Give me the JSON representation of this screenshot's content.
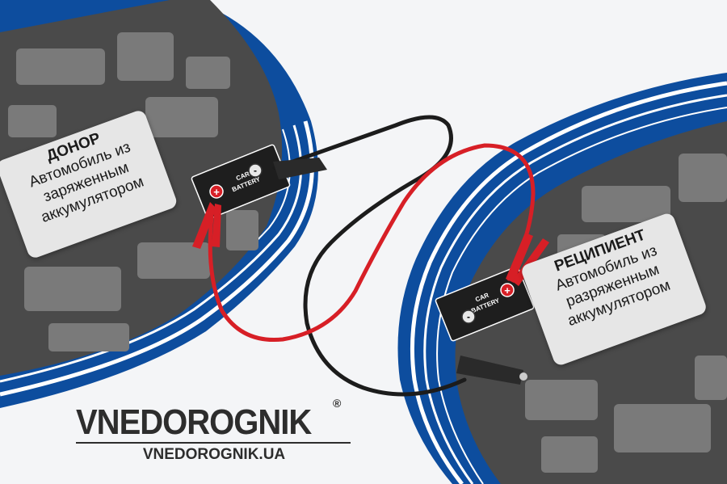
{
  "donor": {
    "title": "ДОНОР",
    "lines": [
      "Автомобиль из",
      "заряженным",
      "аккумулятором"
    ]
  },
  "recipient": {
    "title": "РЕЦИПИЕНТ",
    "lines": [
      "Автомобиль из",
      "разряженным",
      "аккумулятором"
    ]
  },
  "battery_label": [
    "CAR",
    "BATTERY"
  ],
  "terminals": {
    "positive": "+",
    "negative": "-"
  },
  "brand": {
    "logo": "VNEDOROGNIK",
    "registered": "®",
    "url": "VNEDOROGNIK.UA"
  },
  "colors": {
    "car_body": "#0d4d9e",
    "car_trim": "#ffffff",
    "engine_bay": "#4a4a4a",
    "engine_parts": "#7a7a7a",
    "positive_cable": "#d71f26",
    "negative_cable": "#1c1c1c"
  }
}
